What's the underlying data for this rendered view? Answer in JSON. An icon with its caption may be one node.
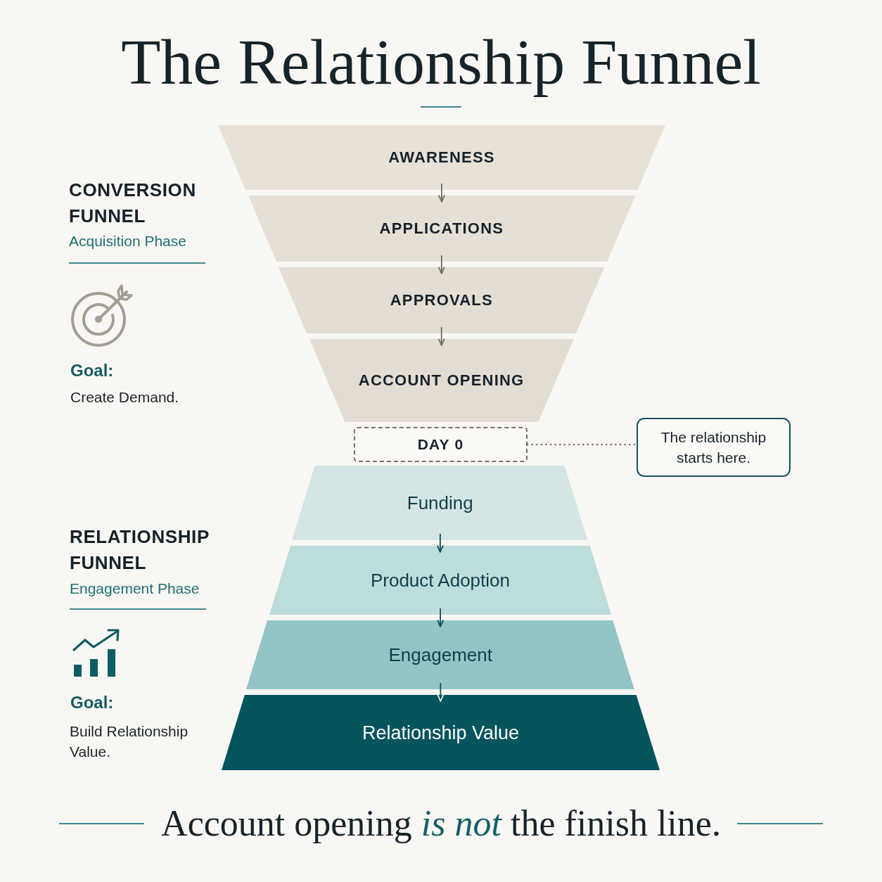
{
  "diagram": {
    "title": "The Relationship Funnel",
    "caption": "Account opening *is not* the finish line.",
    "nodes": [
      {
        "text": [
          "AWARENESS"
        ]
      },
      {
        "text": [
          "APPLICATIONS"
        ]
      },
      {
        "text": [
          "APPROVALS"
        ]
      },
      {
        "text": [
          "ACCOUNT OPENING"
        ]
      },
      {
        "text": [
          "DAY 0"
        ]
      },
      {
        "text": [
          "The relationship starts here."
        ]
      },
      {
        "text": [
          "Funding"
        ]
      },
      {
        "text": [
          "Product Adoption"
        ]
      },
      {
        "text": [
          "Engagement"
        ]
      },
      {
        "text": [
          "Relationship Value"
        ]
      }
    ],
    "edges": [
      {
        "from": 0,
        "to": 1,
        "arrow": "to"
      },
      {
        "from": 1,
        "to": 2,
        "arrow": "to"
      },
      {
        "from": 2,
        "to": 3,
        "arrow": "to"
      },
      {
        "from": 4,
        "to": 5,
        "arrow": "none",
        "style": "dashed"
      },
      {
        "from": 6,
        "to": 7,
        "arrow": "to",
        "color": "#0f4f57"
      },
      {
        "from": 7,
        "to": 8,
        "arrow": "to",
        "color": "#0f4f57"
      },
      {
        "from": 8,
        "to": 9,
        "arrow": "to",
        "color": "#0f4f57"
      }
    ],
    "labels": [
      "CONVERSION FUNNEL",
      "Acquisition Phase",
      "Goal:",
      "Create Demand.",
      "RELATIONSHIP FUNNEL",
      "Engagement Phase",
      "Goal:",
      "Build Relationship Value."
    ]
  }
}
